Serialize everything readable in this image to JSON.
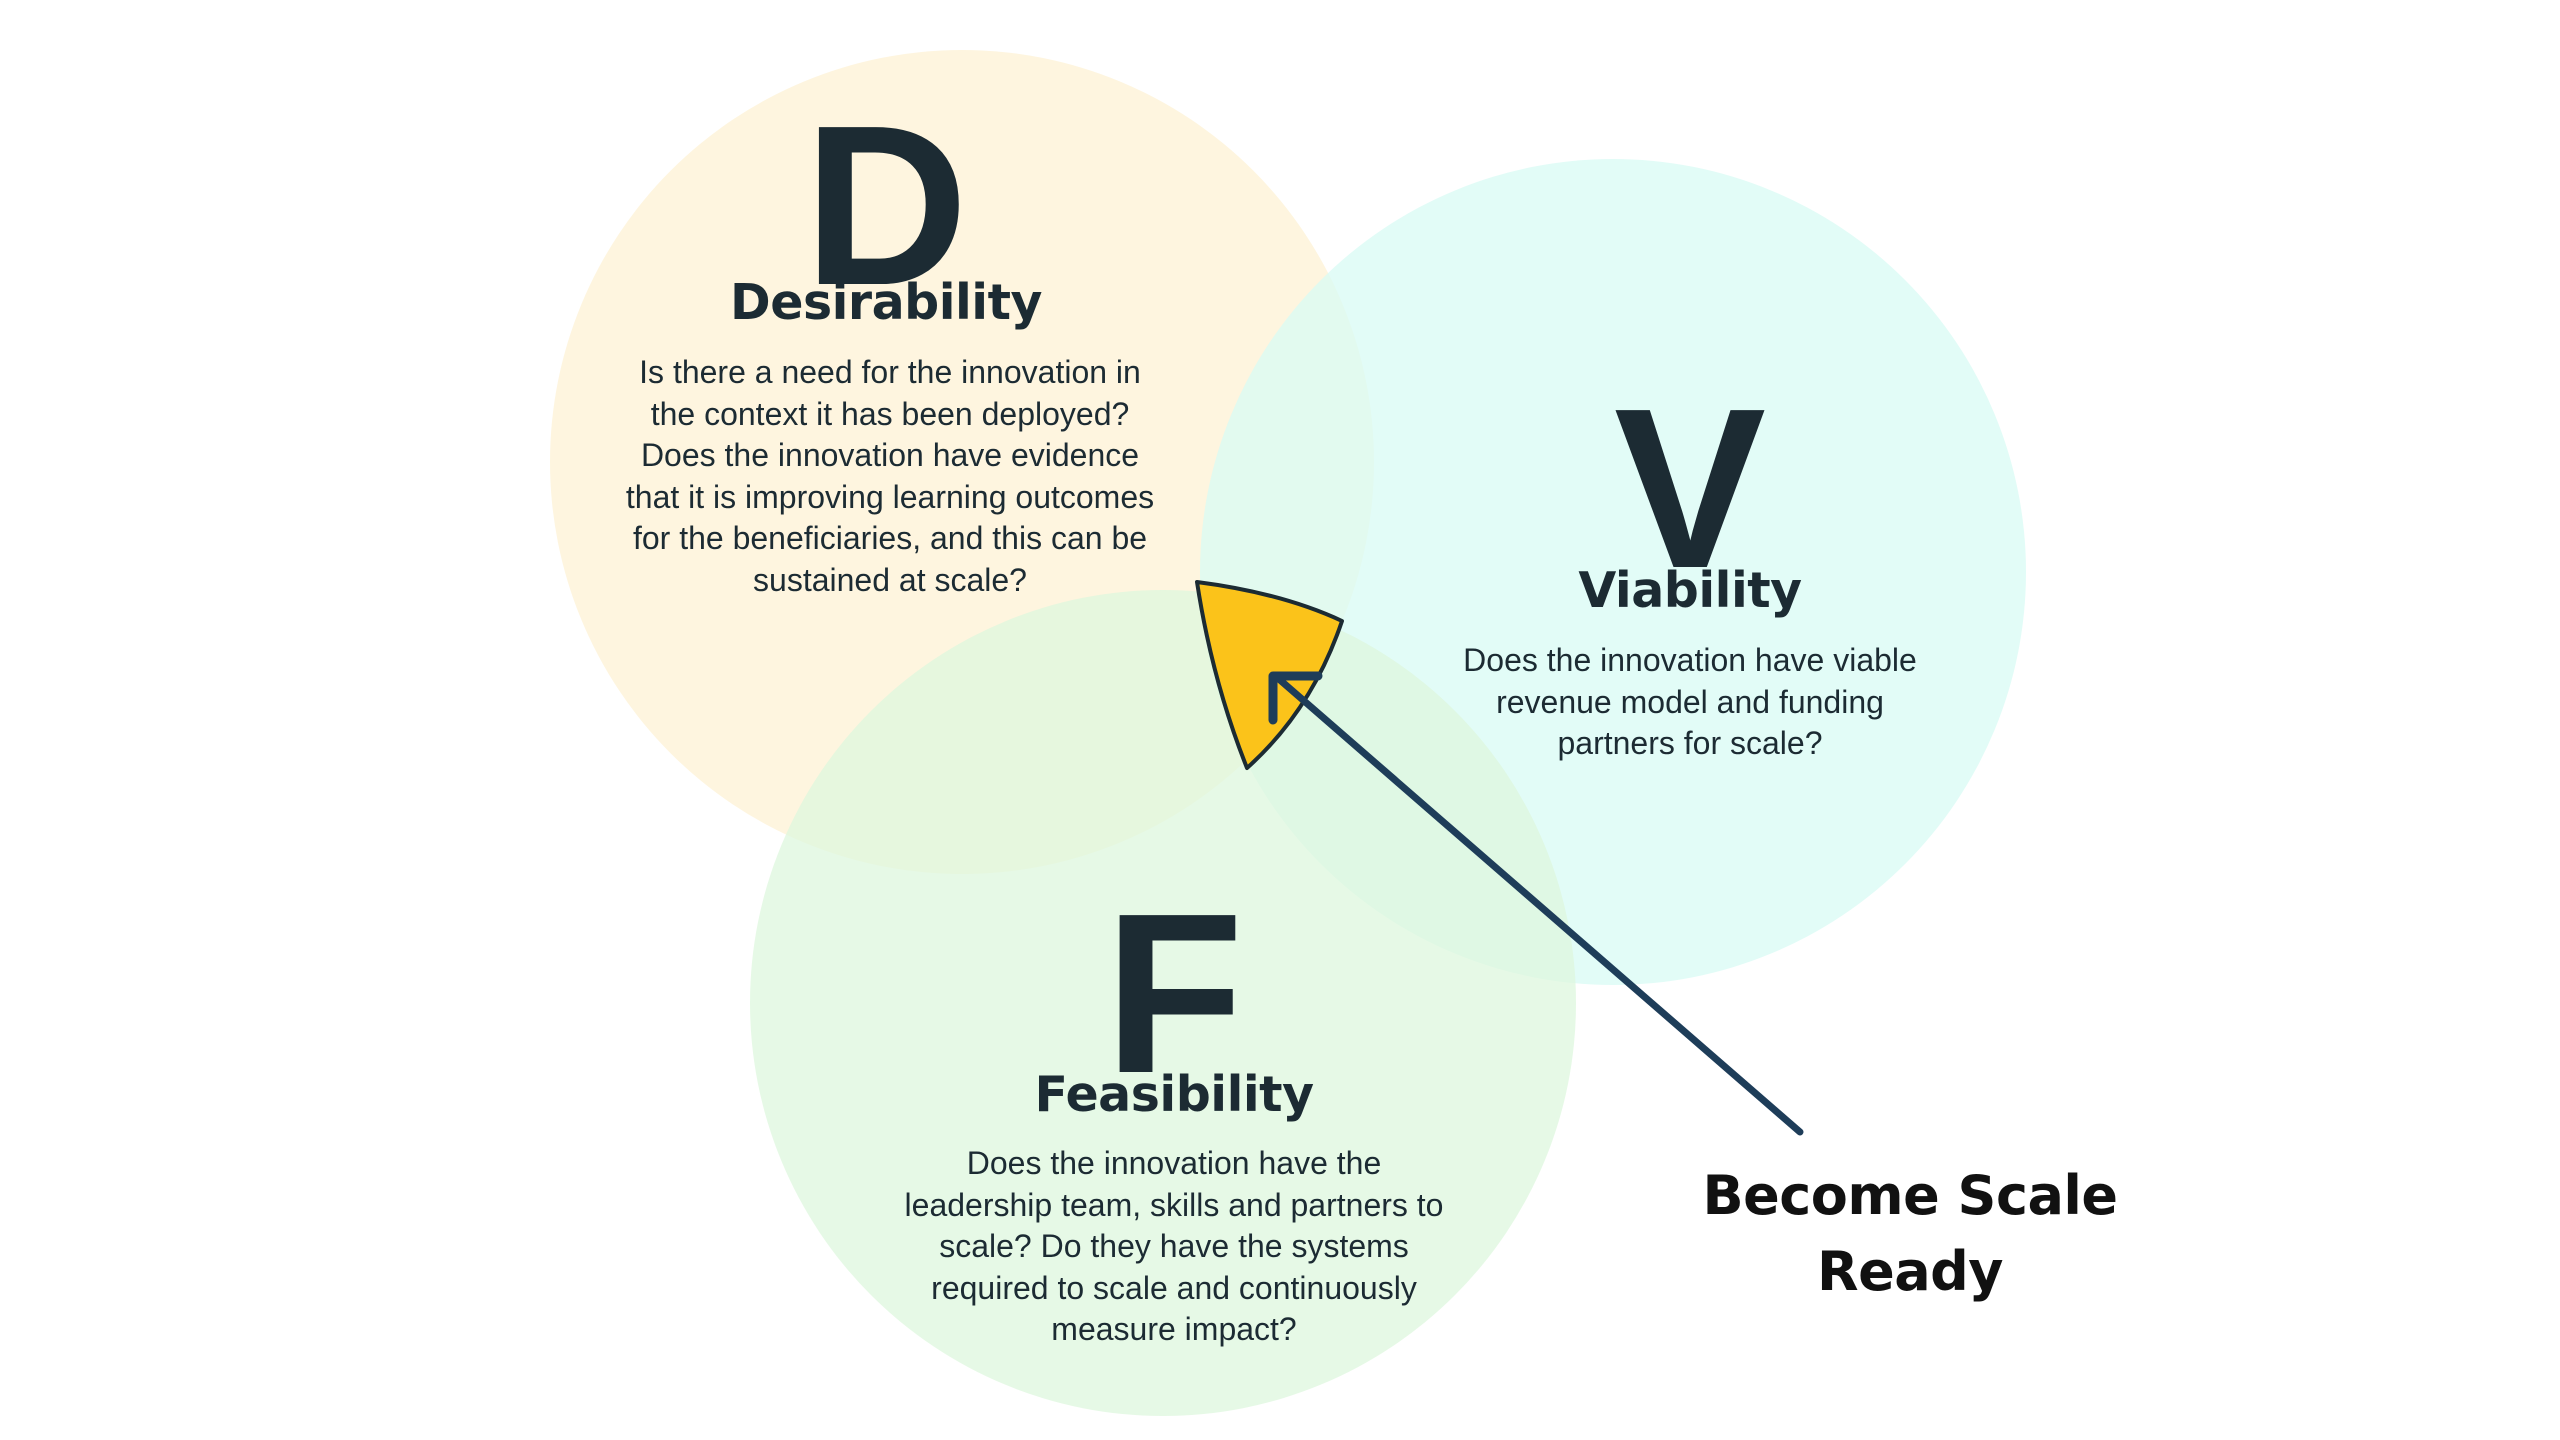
{
  "colors": {
    "text": "#1c2b33",
    "desirability_fill": "#fdf2d4",
    "viability_fill": "#d8fbf4",
    "feasibility_fill": "#ddf7de",
    "sweet_spot_fill": "#fbc31a",
    "sweet_spot_stroke": "#1c2b33",
    "arrow": "#1e3d59"
  },
  "desirability": {
    "letter": "D",
    "title": "Desirability",
    "lines": [
      "Is there a need for the innovation in",
      "the context it has been deployed?",
      "Does the innovation have evidence",
      "that it is improving learning outcomes",
      "for the beneficiaries, and this can be",
      "sustained at scale?"
    ]
  },
  "viability": {
    "letter": "V",
    "title": "Viability",
    "lines": [
      "Does the innovation have viable",
      "revenue model and funding",
      "partners for scale?"
    ]
  },
  "feasibility": {
    "letter": "F",
    "title": "Feasibility",
    "lines": [
      "Does the innovation have the",
      "leadership team, skills and partners to",
      "scale? Do they have the systems",
      "required to scale and continuously",
      "measure impact?"
    ]
  },
  "callout": {
    "lines": [
      "Become Scale",
      "Ready"
    ]
  }
}
